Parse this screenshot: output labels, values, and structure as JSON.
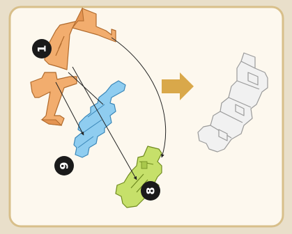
{
  "step_numbers": {
    "part_1": "1",
    "part_9": "9",
    "part_8": "8"
  },
  "colors": {
    "background": "#e9dfca",
    "panel": "#fdf8ee",
    "panel_border": "#d8bf8a",
    "part_orange": "#f2ad6e",
    "part_orange_shade": "#e49452",
    "part_blue": "#8fcdf0",
    "part_blue_shade": "#6fb6e0",
    "part_green": "#c6e06a",
    "part_green_shade": "#a9c84c",
    "result_gray": "#f1f1f1",
    "result_outline": "#9a9a9a",
    "arrow": "#d9a84a",
    "badge": "#1a1a1a"
  },
  "icons": [
    "right-arrow-icon"
  ]
}
